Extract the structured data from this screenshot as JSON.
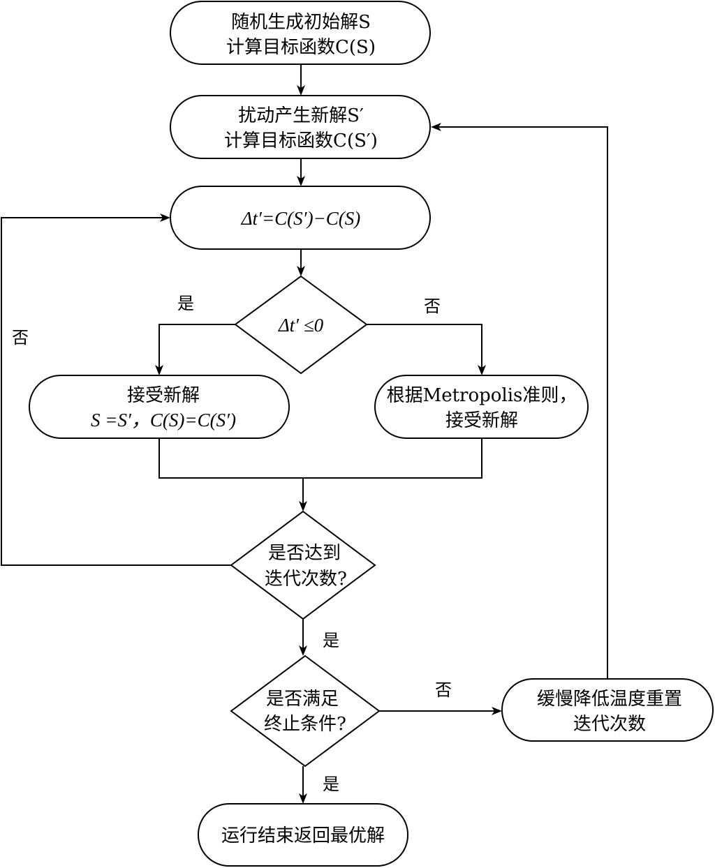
{
  "nodes": {
    "init": {
      "line1": "随机生成初始解S",
      "line2": "计算目标函数C(S)"
    },
    "perturb": {
      "line1": "扰动产生新解S′",
      "line2": "计算目标函数C(S′)"
    },
    "delta": {
      "line1": "Δt′=C(S′)−C(S)"
    },
    "decision_delta": {
      "line1": "Δt′ ≤0"
    },
    "accept": {
      "line1": "接受新解",
      "line2": "S =S′，C(S)=C(S′)"
    },
    "metropolis": {
      "line1": "根据Metropolis准则，",
      "line2": "接受新解"
    },
    "decision_iter": {
      "line1": "是否达到",
      "line2": "迭代次数?"
    },
    "decision_stop": {
      "line1": "是否满足",
      "line2": "终止条件?"
    },
    "cool": {
      "line1": "缓慢降低温度重置",
      "line2": "迭代次数"
    },
    "end": {
      "line1": "运行结束返回最优解"
    }
  },
  "edge_labels": {
    "delta_yes": "是",
    "delta_no": "否",
    "iter_no": "否",
    "iter_yes": "是",
    "stop_no": "否",
    "stop_yes": "是"
  }
}
